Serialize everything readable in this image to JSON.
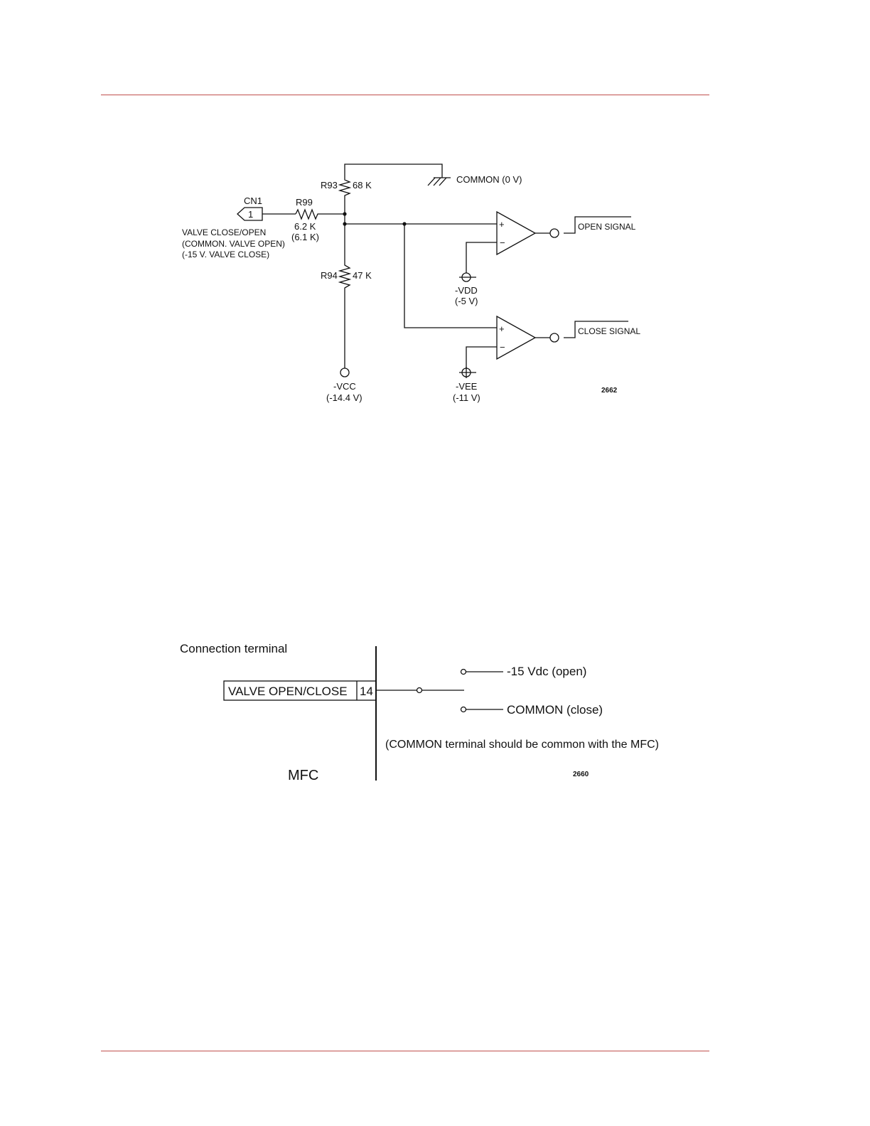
{
  "circuit": {
    "common": "COMMON (0 V)",
    "r93": "R93",
    "r93_value": "68 K",
    "cn1": "CN1",
    "pin": "1",
    "r99": "R99",
    "r99_value": "6.2 K",
    "r99_alt": "(6.1 K)",
    "input_label_1": "VALVE CLOSE/OPEN",
    "input_label_2": "(COMMON. VALVE OPEN)",
    "input_label_3": "(-15 V. VALVE CLOSE)",
    "r94": "R94",
    "r94_value": "47 K",
    "vcc": "-VCC",
    "vcc_value": "(-14.4 V)",
    "vdd": "-VDD",
    "vdd_value": "(-5 V)",
    "vee": "-VEE",
    "vee_value": "(-11 V)",
    "plus": "+",
    "minus": "−",
    "open_signal": "OPEN SIGNAL",
    "close_signal": "CLOSE SIGNAL",
    "figure_id": "2662"
  },
  "terminal": {
    "heading": "Connection terminal",
    "box_label": "VALVE OPEN/CLOSE",
    "box_number": "14",
    "open_option": "-15 Vdc (open)",
    "close_option": "COMMON (close)",
    "note": "(COMMON terminal should be common with the MFC)",
    "device": "MFC",
    "figure_id": "2660"
  }
}
